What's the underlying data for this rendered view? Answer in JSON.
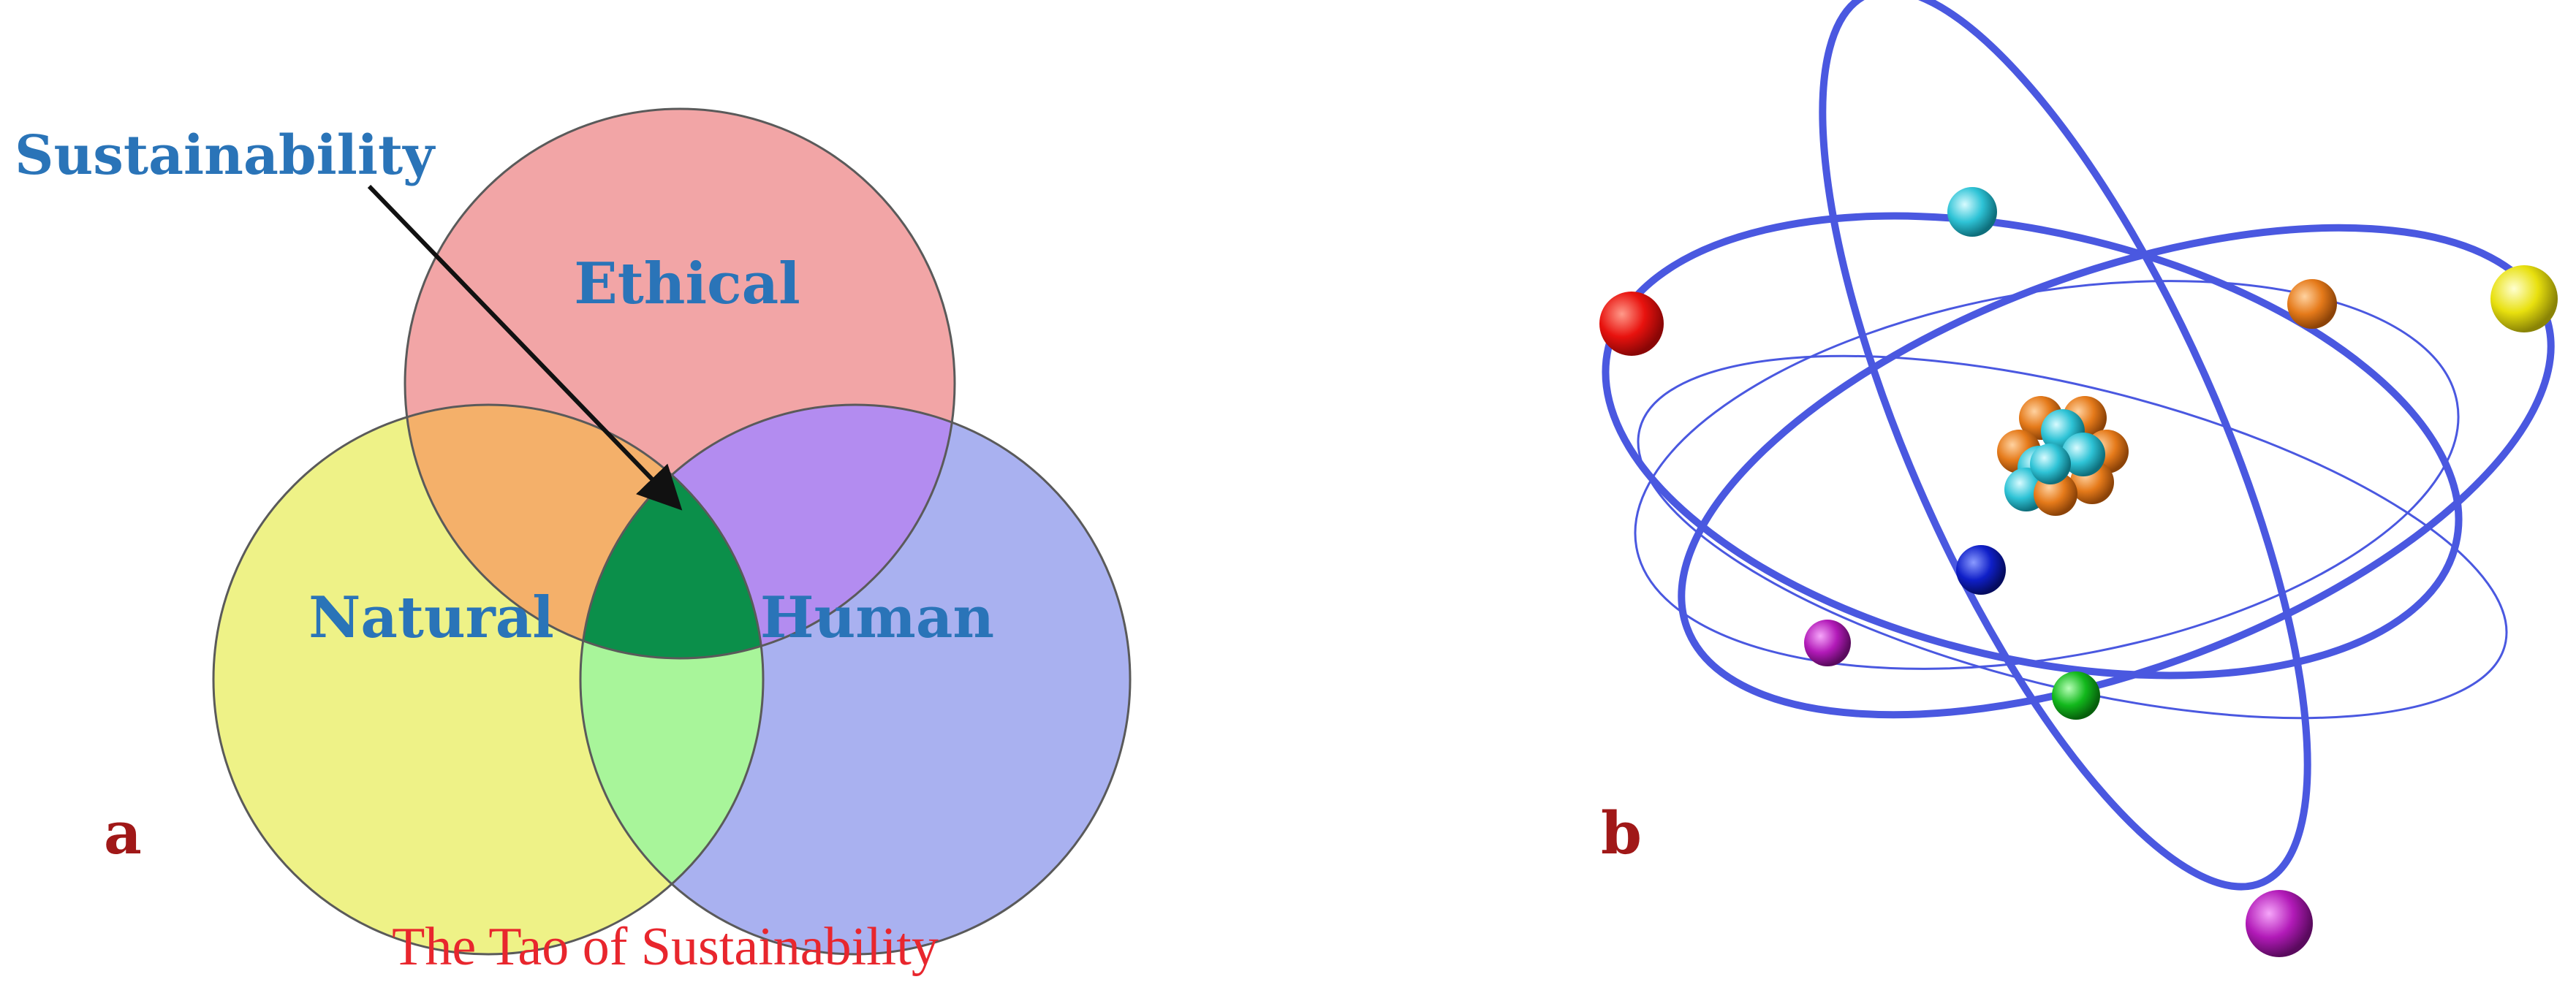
{
  "panel_a": {
    "letter": "a",
    "caption": "The Tao of Sustainability",
    "callout": "Sustainability",
    "sets": [
      {
        "id": "ethical",
        "label": "Ethical",
        "color": "#f2a5a6"
      },
      {
        "id": "natural",
        "label": "Natural",
        "color": "#eef287"
      },
      {
        "id": "human",
        "label": "Human",
        "color": "#a9b1f0"
      }
    ],
    "overlap_colors": {
      "ethical_natural": "#f4b06a",
      "ethical_human": "#b38cf0",
      "natural_human": "#a8f59a",
      "all_three": "#0b8f4a"
    },
    "label_color": "#2a74b8",
    "caption_color": "#e8262d",
    "letter_color": "#a01818"
  },
  "panel_b": {
    "letter": "b",
    "letter_color": "#a01818",
    "orbit_color": "#4a58e0",
    "nucleus_colors": [
      "#e57a1a",
      "#23c4d4"
    ],
    "electron_colors": [
      "#e8120e",
      "#2ec3d6",
      "#e57a1a",
      "#e8e00e",
      "#0f1fc8",
      "#b21ab8",
      "#12b81c",
      "#b21ab8"
    ]
  }
}
